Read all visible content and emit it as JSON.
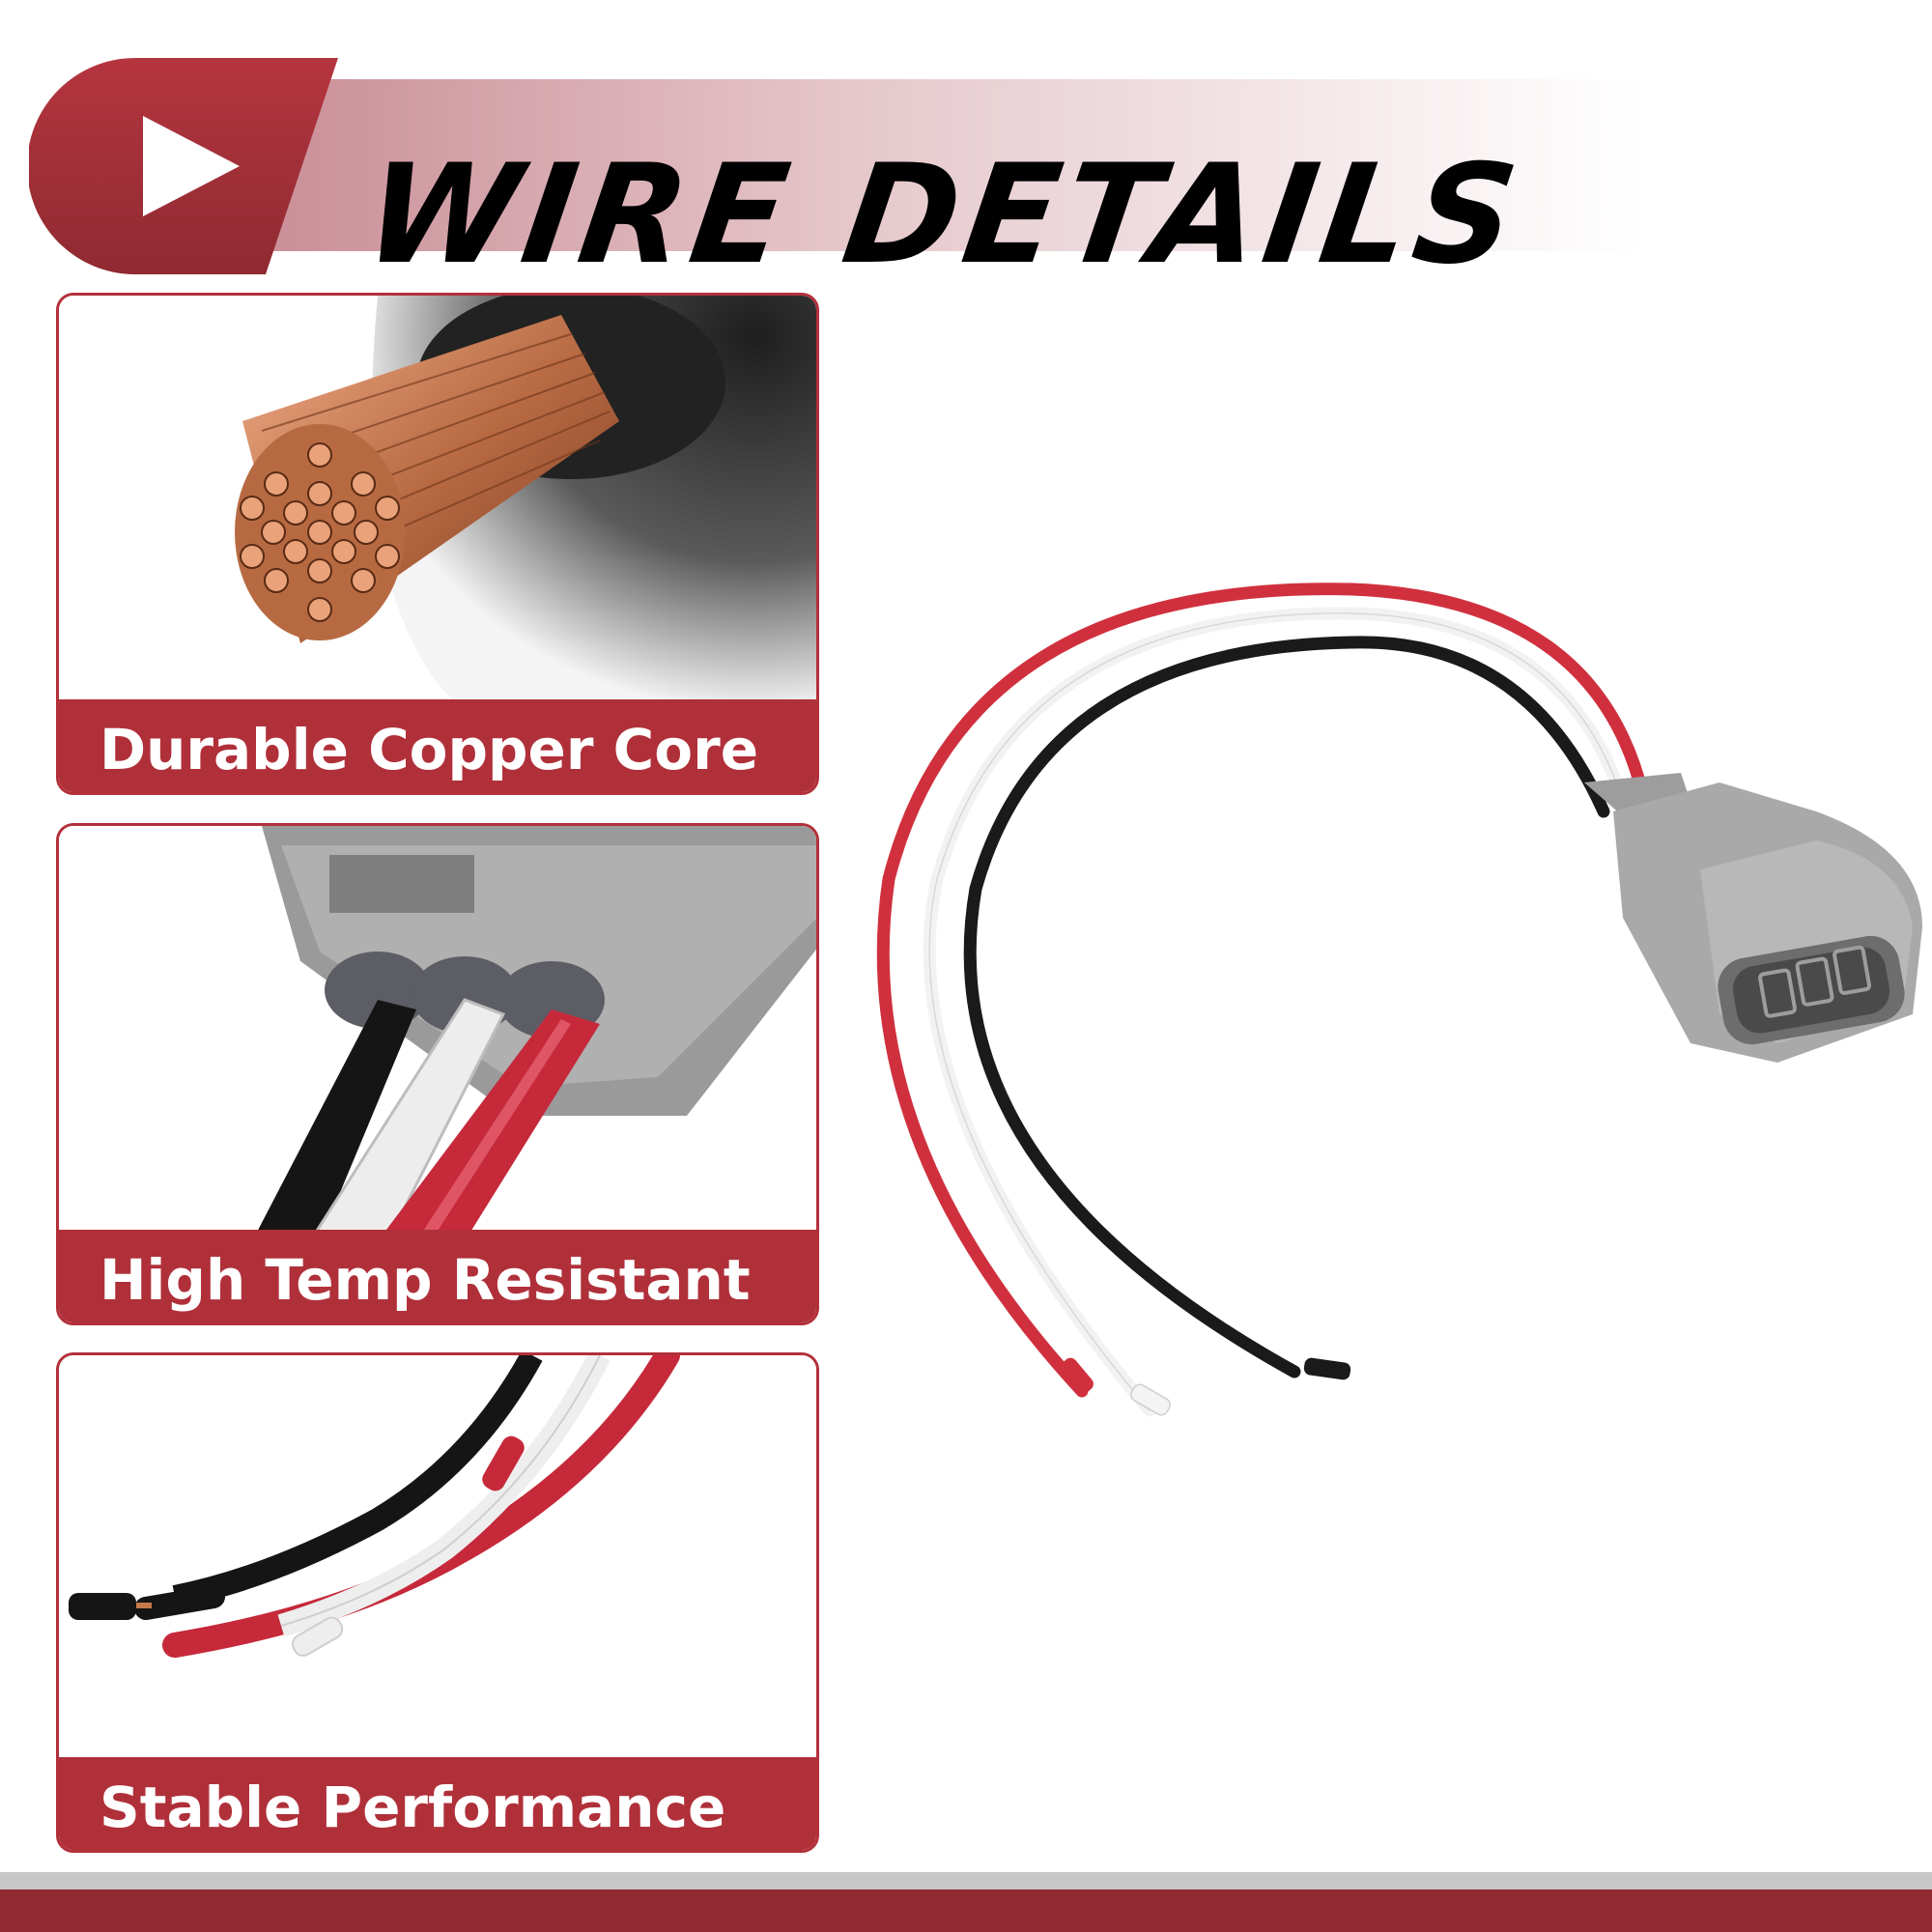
{
  "header": {
    "title": "WIRE DETAILS",
    "play_icon": "play-icon",
    "accent_color": "#a8303a"
  },
  "features": [
    {
      "label": "Durable Copper Core",
      "image": "copper-core-image"
    },
    {
      "label": "High Temp Resistant",
      "image": "connector-closeup-image"
    },
    {
      "label": "Stable Performance",
      "image": "wire-ends-image"
    }
  ],
  "product": {
    "image": "wire-harness-connector-image",
    "wire_colors": [
      "#d0303d",
      "#f2f2f2",
      "#1a1a1a"
    ],
    "connector_color": "#a8a8a8"
  },
  "footer": {
    "color": "#8f2a31"
  }
}
